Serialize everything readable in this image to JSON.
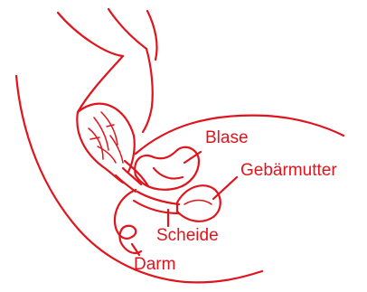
{
  "colors": {
    "ink": "#e0141c",
    "background": "#ffffff"
  },
  "labels": {
    "blase": "Blase",
    "gebaermutter": "Gebärmutter",
    "scheide": "Scheide",
    "darm": "Darm"
  }
}
